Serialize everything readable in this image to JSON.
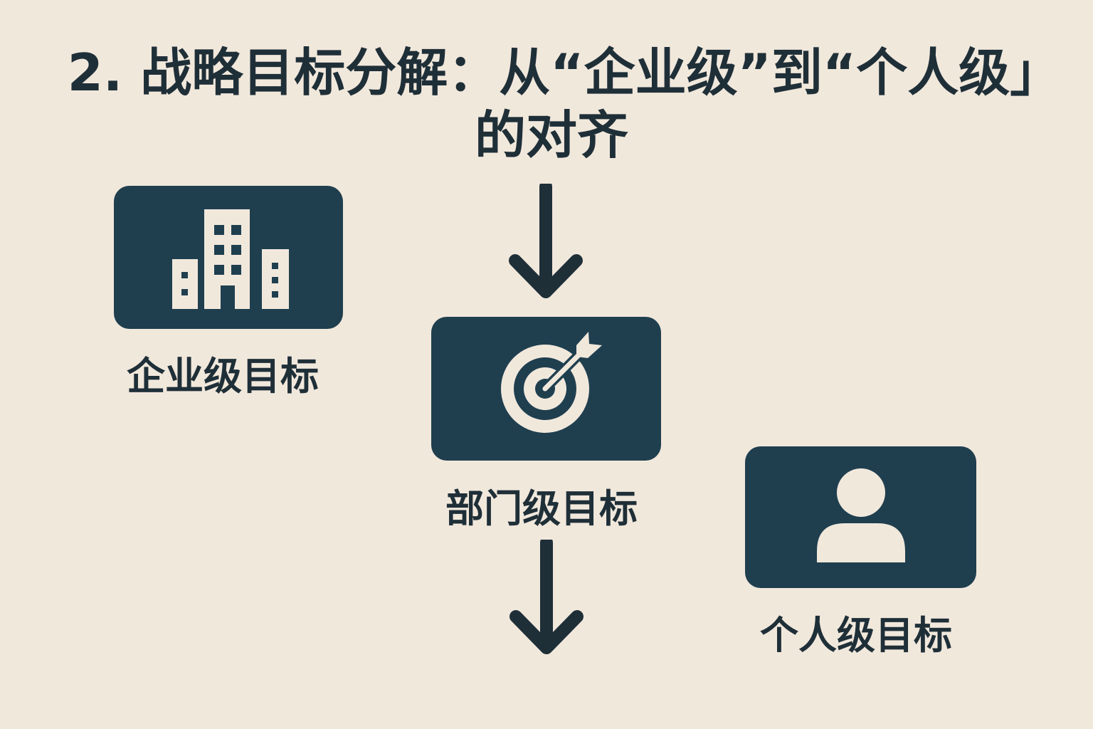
{
  "title": "2. 战略目标分解：从“企业级”到“个人级」的对齐",
  "nodes": {
    "enterprise": {
      "label": "企业级目标",
      "icon": "building-icon"
    },
    "department": {
      "label": "部门级目标",
      "icon": "target-icon"
    },
    "individual": {
      "label": "个人级目标",
      "icon": "person-icon"
    }
  },
  "colors": {
    "background": "#f1e8dc",
    "box": "#1f3f4f",
    "text": "#1f2f38",
    "icon": "#f1e8dc"
  }
}
